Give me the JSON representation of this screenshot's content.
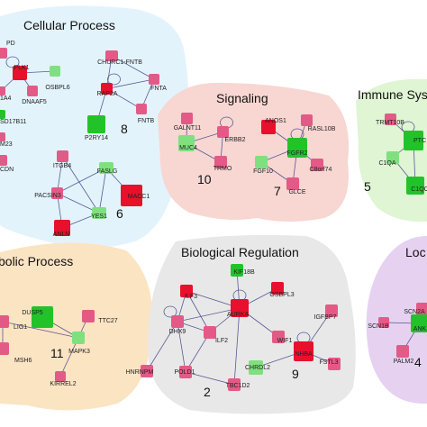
{
  "colors": {
    "red": "#e8102c",
    "pink": "#e35a86",
    "lightgreen": "#7fe07f",
    "green": "#22c32a",
    "edge": "#5a5a96"
  },
  "groups": [
    {
      "id": "cellular",
      "title": "Cellular Process",
      "fill": "#e3f3fb"
    },
    {
      "id": "signaling",
      "title": "Signaling",
      "fill": "#f8d6d2"
    },
    {
      "id": "immune",
      "title": "Immune Sys",
      "fill": "#dff5d3"
    },
    {
      "id": "metabolic",
      "title": "bolic Process",
      "fill": "#fbe4c2"
    },
    {
      "id": "bioreg",
      "title": "Biological Regulation",
      "fill": "#e8e8e8"
    },
    {
      "id": "loc",
      "title": "Loc",
      "fill": "#e6d1f1"
    }
  ],
  "cluster_numbers": [
    "8",
    "6",
    "10",
    "7",
    "5",
    "11",
    "2",
    "9",
    "4"
  ],
  "nodes": [
    {
      "label": "PD",
      "color": "pink"
    },
    {
      "label": "PLK1",
      "color": "red"
    },
    {
      "label": "OSBPL6",
      "color": "lightgreen"
    },
    {
      "label": "DNAAF5",
      "color": "pink"
    },
    {
      "label": "1A4",
      "color": "pink"
    },
    {
      "label": "SD17B11",
      "color": "green"
    },
    {
      "label": "M23",
      "color": "pink"
    },
    {
      "label": "CDN",
      "color": "pink"
    },
    {
      "label": "CHURC1-FNTB",
      "color": "pink"
    },
    {
      "label": "FNTA",
      "color": "pink"
    },
    {
      "label": "RAP2A",
      "color": "red"
    },
    {
      "label": "FNTB",
      "color": "pink"
    },
    {
      "label": "P2RY14",
      "color": "green"
    },
    {
      "label": "ITGB4",
      "color": "pink"
    },
    {
      "label": "FASLG",
      "color": "lightgreen"
    },
    {
      "label": "PACSIN3",
      "color": "pink"
    },
    {
      "label": "MACC1",
      "color": "red"
    },
    {
      "label": "YES1",
      "color": "lightgreen"
    },
    {
      "label": "ANLN",
      "color": "red"
    },
    {
      "label": "GALNT11",
      "color": "pink"
    },
    {
      "label": "ERBB2",
      "color": "pink"
    },
    {
      "label": "ANOS1",
      "color": "red"
    },
    {
      "label": "RASL10B",
      "color": "pink"
    },
    {
      "label": "MUC4",
      "color": "lightgreen"
    },
    {
      "label": "TRMO",
      "color": "pink"
    },
    {
      "label": "FGFR2",
      "color": "green"
    },
    {
      "label": "FGF10",
      "color": "lightgreen"
    },
    {
      "label": "C8orf74",
      "color": "pink"
    },
    {
      "label": "GLCE",
      "color": "pink"
    },
    {
      "label": "TRMT10B",
      "color": "pink"
    },
    {
      "label": "PTC",
      "color": "green"
    },
    {
      "label": "C1QA",
      "color": "lightgreen"
    },
    {
      "label": "C1QC",
      "color": "green"
    },
    {
      "label": "DUSP5",
      "color": "green"
    },
    {
      "label": "LIG1",
      "color": "pink"
    },
    {
      "label": "TTC27",
      "color": "pink"
    },
    {
      "label": "MAPK3",
      "color": "lightgreen"
    },
    {
      "label": "MSH6",
      "color": "pink"
    },
    {
      "label": "KIRREL2",
      "color": "pink"
    },
    {
      "label": "KIF18B",
      "color": "green"
    },
    {
      "label": "ILF3",
      "color": "red"
    },
    {
      "label": "OSBPL3",
      "color": "red"
    },
    {
      "label": "AURKA",
      "color": "red"
    },
    {
      "label": "IGFBP7",
      "color": "pink"
    },
    {
      "label": "DHX9",
      "color": "pink"
    },
    {
      "label": "ILF2",
      "color": "pink"
    },
    {
      "label": "WIF1",
      "color": "pink"
    },
    {
      "label": "NHBA",
      "color": "red"
    },
    {
      "label": "HNRNPM",
      "color": "pink"
    },
    {
      "label": "CHRDL2",
      "color": "lightgreen"
    },
    {
      "label": "FSTL3",
      "color": "pink"
    },
    {
      "label": "POLD1",
      "color": "pink"
    },
    {
      "label": "TBC1D2",
      "color": "pink"
    },
    {
      "label": "SCN2A",
      "color": "pink"
    },
    {
      "label": "SCN1B",
      "color": "pink"
    },
    {
      "label": "ANK",
      "color": "green"
    },
    {
      "label": "PALM2",
      "color": "pink"
    }
  ],
  "edges": [
    [
      "PLK1",
      "DNAAF5"
    ],
    [
      "PLK1",
      "OSBPL6"
    ],
    [
      "PLK1",
      "1A4"
    ],
    [
      "CHURC1-FNTB",
      "FNTA"
    ],
    [
      "CHURC1-FNTB",
      "RAP2A"
    ],
    [
      "RAP2A",
      "FNTA"
    ],
    [
      "RAP2A",
      "FNTB"
    ],
    [
      "FNTA",
      "FNTB"
    ],
    [
      "RAP2A",
      "P2RY14"
    ],
    [
      "ITGB4",
      "PACSIN3"
    ],
    [
      "FASLG",
      "PACSIN3"
    ],
    [
      "FASLG",
      "YES1"
    ],
    [
      "FASLG",
      "MACC1"
    ],
    [
      "PACSIN3",
      "YES1"
    ],
    [
      "PACSIN3",
      "ANLN"
    ],
    [
      "YES1",
      "ANLN"
    ],
    [
      "ITGB4",
      "YES1"
    ],
    [
      "GALNT11",
      "MUC4"
    ],
    [
      "ERBB2",
      "MUC4"
    ],
    [
      "ERBB2",
      "TRMO"
    ],
    [
      "MUC4",
      "TRMO"
    ],
    [
      "FGFR2",
      "FGF10"
    ],
    [
      "FGFR2",
      "GLCE"
    ],
    [
      "FGFR2",
      "C8orf74"
    ],
    [
      "FGFR2",
      "ANOS1"
    ],
    [
      "FGFR2",
      "RASL10B"
    ],
    [
      "FGF10",
      "GLCE"
    ],
    [
      "TRMT10B",
      "PTC"
    ],
    [
      "PTC",
      "C1QA"
    ],
    [
      "PTC",
      "C1QC"
    ],
    [
      "C1QA",
      "C1QC"
    ],
    [
      "DUSP5",
      "MAPK3"
    ],
    [
      "TTC27",
      "MAPK3"
    ],
    [
      "MAPK3",
      "KIRREL2"
    ],
    [
      "MAPK3",
      "LIG1"
    ],
    [
      "LIG1",
      "MSH6"
    ],
    [
      "KIF18B",
      "AURKA"
    ],
    [
      "ILF3",
      "AURKA"
    ],
    [
      "ILF3",
      "DHX9"
    ],
    [
      "ILF3",
      "ILF2"
    ],
    [
      "AURKA",
      "DHX9"
    ],
    [
      "AURKA",
      "ILF2"
    ],
    [
      "AURKA",
      "WIF1"
    ],
    [
      "AURKA",
      "OSBPL3"
    ],
    [
      "AURKA",
      "TBC1D2"
    ],
    [
      "DHX9",
      "ILF2"
    ],
    [
      "DHX9",
      "HNRNPM"
    ],
    [
      "DHX9",
      "POLD1"
    ],
    [
      "POLD1",
      "TBC1D2"
    ],
    [
      "ILF2",
      "POLD1"
    ],
    [
      "NHBA",
      "CHRDL2"
    ],
    [
      "NHBA",
      "FSTL3"
    ],
    [
      "NHBA",
      "IGFBP7"
    ],
    [
      "SCN2A",
      "ANK"
    ],
    [
      "SCN1B",
      "ANK"
    ],
    [
      "ANK",
      "PALM2"
    ]
  ],
  "self_loops": [
    "PLK1",
    "RAP2A",
    "ERBB2",
    "FGFR2",
    "PTC",
    "DHX9",
    "NHBA",
    "AURKA"
  ]
}
